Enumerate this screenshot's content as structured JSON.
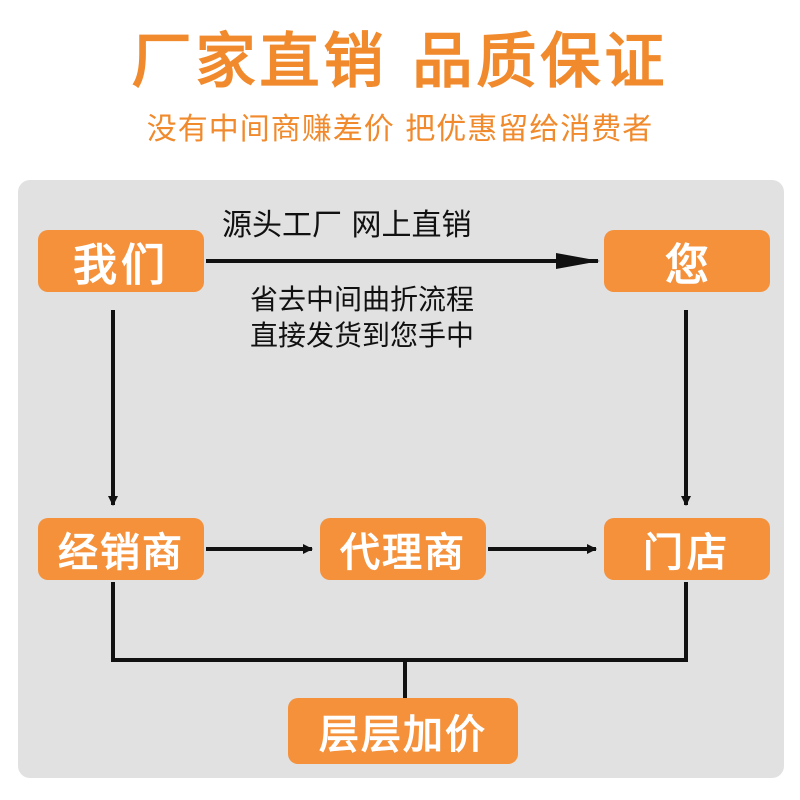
{
  "header": {
    "headline": "厂家直销 品质保证",
    "subline": "没有中间商赚差价 把优惠留给消费者"
  },
  "nodes": {
    "us": "我们",
    "you": "您",
    "dealer": "经销商",
    "agent": "代理商",
    "store": "门店",
    "markup": "层层加价"
  },
  "labels": {
    "direct": "源头工厂  网上直销",
    "skip": "省去中间曲折流程",
    "ship": "直接发货到您手中"
  },
  "colors": {
    "accent": "#f08a2c",
    "node_fill": "#f4913a",
    "panel": "#e1e1e1",
    "line": "#111111"
  }
}
